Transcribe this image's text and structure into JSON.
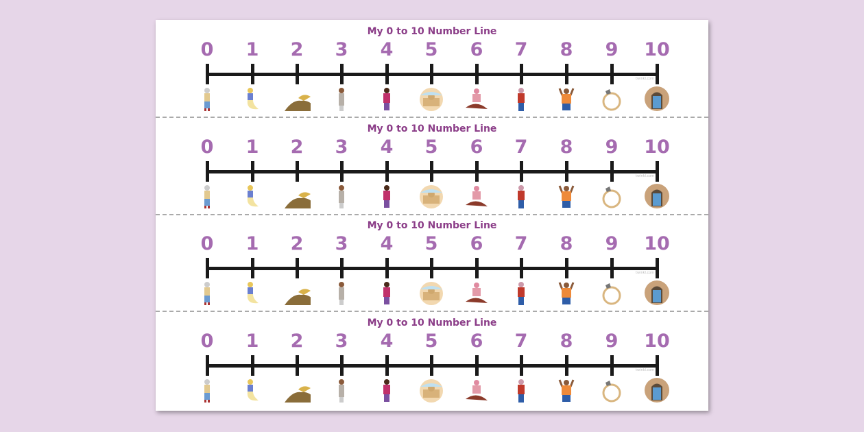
{
  "strips": [
    {
      "title": "My 0 to 10 Number Line"
    },
    {
      "title": "My 0 to 10 Number Line"
    },
    {
      "title": "My 0 to 10 Number Line"
    },
    {
      "title": "My 0 to 10 Number Line"
    }
  ],
  "numbers": [
    "0",
    "1",
    "2",
    "3",
    "4",
    "5",
    "6",
    "7",
    "8",
    "9",
    "10"
  ],
  "pictures": [
    "boy-icon",
    "genie-icon",
    "lamp-treasure-icon",
    "man-icon",
    "princess-icon",
    "palace-icon",
    "man-on-carpet-icon",
    "sultan-icon",
    "merchant-icon",
    "ring-icon",
    "cave-door-icon"
  ],
  "watermark": "twinkl.com",
  "colors": {
    "title": "#8b3d88",
    "numbers": "#a56bb0",
    "line": "#1a1a1a"
  }
}
